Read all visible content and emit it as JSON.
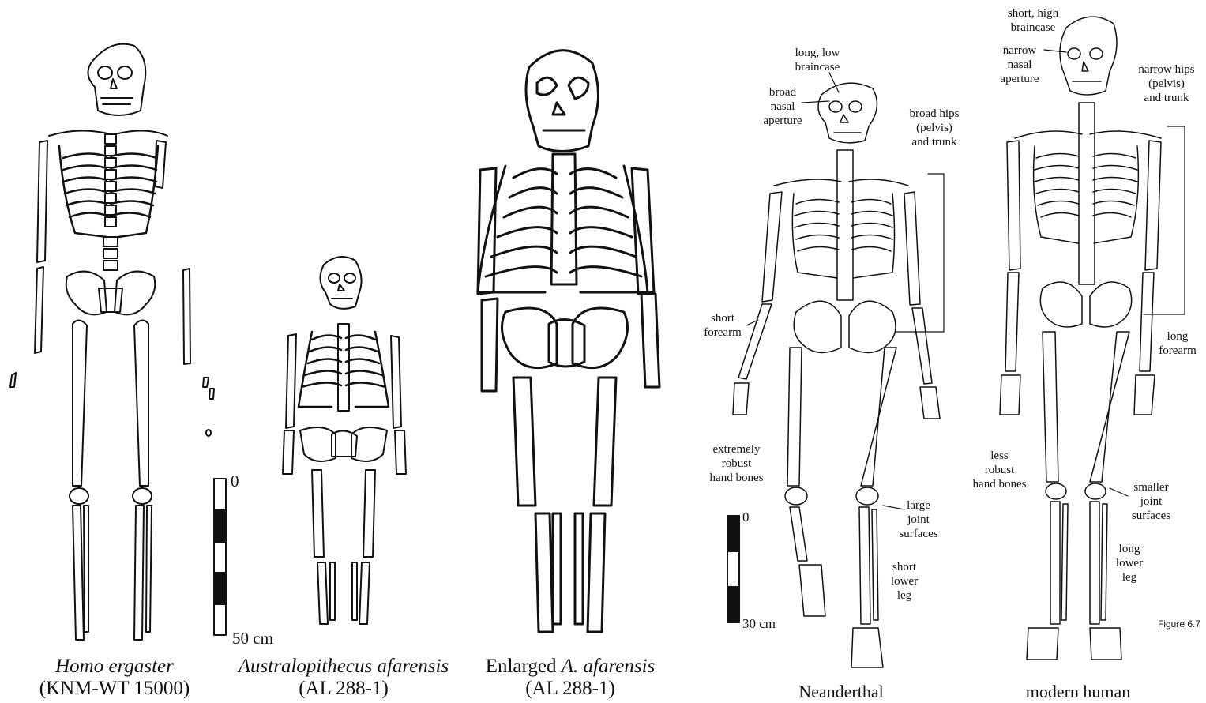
{
  "specimens": [
    {
      "id": "homo-ergaster",
      "name": "Homo ergaster",
      "sub": "(KNM-WT 15000)"
    },
    {
      "id": "au-afarensis",
      "name": "Australopithecus afarensis",
      "sub": "(AL 288-1)"
    },
    {
      "id": "enlarged-afarensis",
      "prefix": "Enlarged ",
      "name": "A. afarensis",
      "sub": "(AL  288-1)"
    },
    {
      "id": "neanderthal",
      "name": "Neanderthal"
    },
    {
      "id": "modern-human",
      "name": "modern human"
    }
  ],
  "scale_bars": [
    {
      "top": "0",
      "bottom": "50 cm"
    },
    {
      "top": "0",
      "bottom": "30 cm"
    }
  ],
  "annotations": {
    "neanderthal": {
      "braincase": "long, low\nbraincase",
      "nasal": "broad\nnasal\naperture",
      "hips": "broad hips\n(pelvis)\nand trunk",
      "forearm": "short\nforearm",
      "hand": "extremely\nrobust\nhand bones",
      "joints": "large\njoint\nsurfaces",
      "leg": "short\nlower\nleg"
    },
    "modern": {
      "braincase": "short, high\nbraincase",
      "nasal": "narrow\nnasal\naperture",
      "hips": "narrow hips\n(pelvis)\nand trunk",
      "forearm": "long\nforearm",
      "hand": "less\nrobust\nhand bones",
      "joints": "smaller\njoint\nsurfaces",
      "leg": "long\nlower\nleg"
    }
  },
  "figure_label": "Figure 6.7"
}
